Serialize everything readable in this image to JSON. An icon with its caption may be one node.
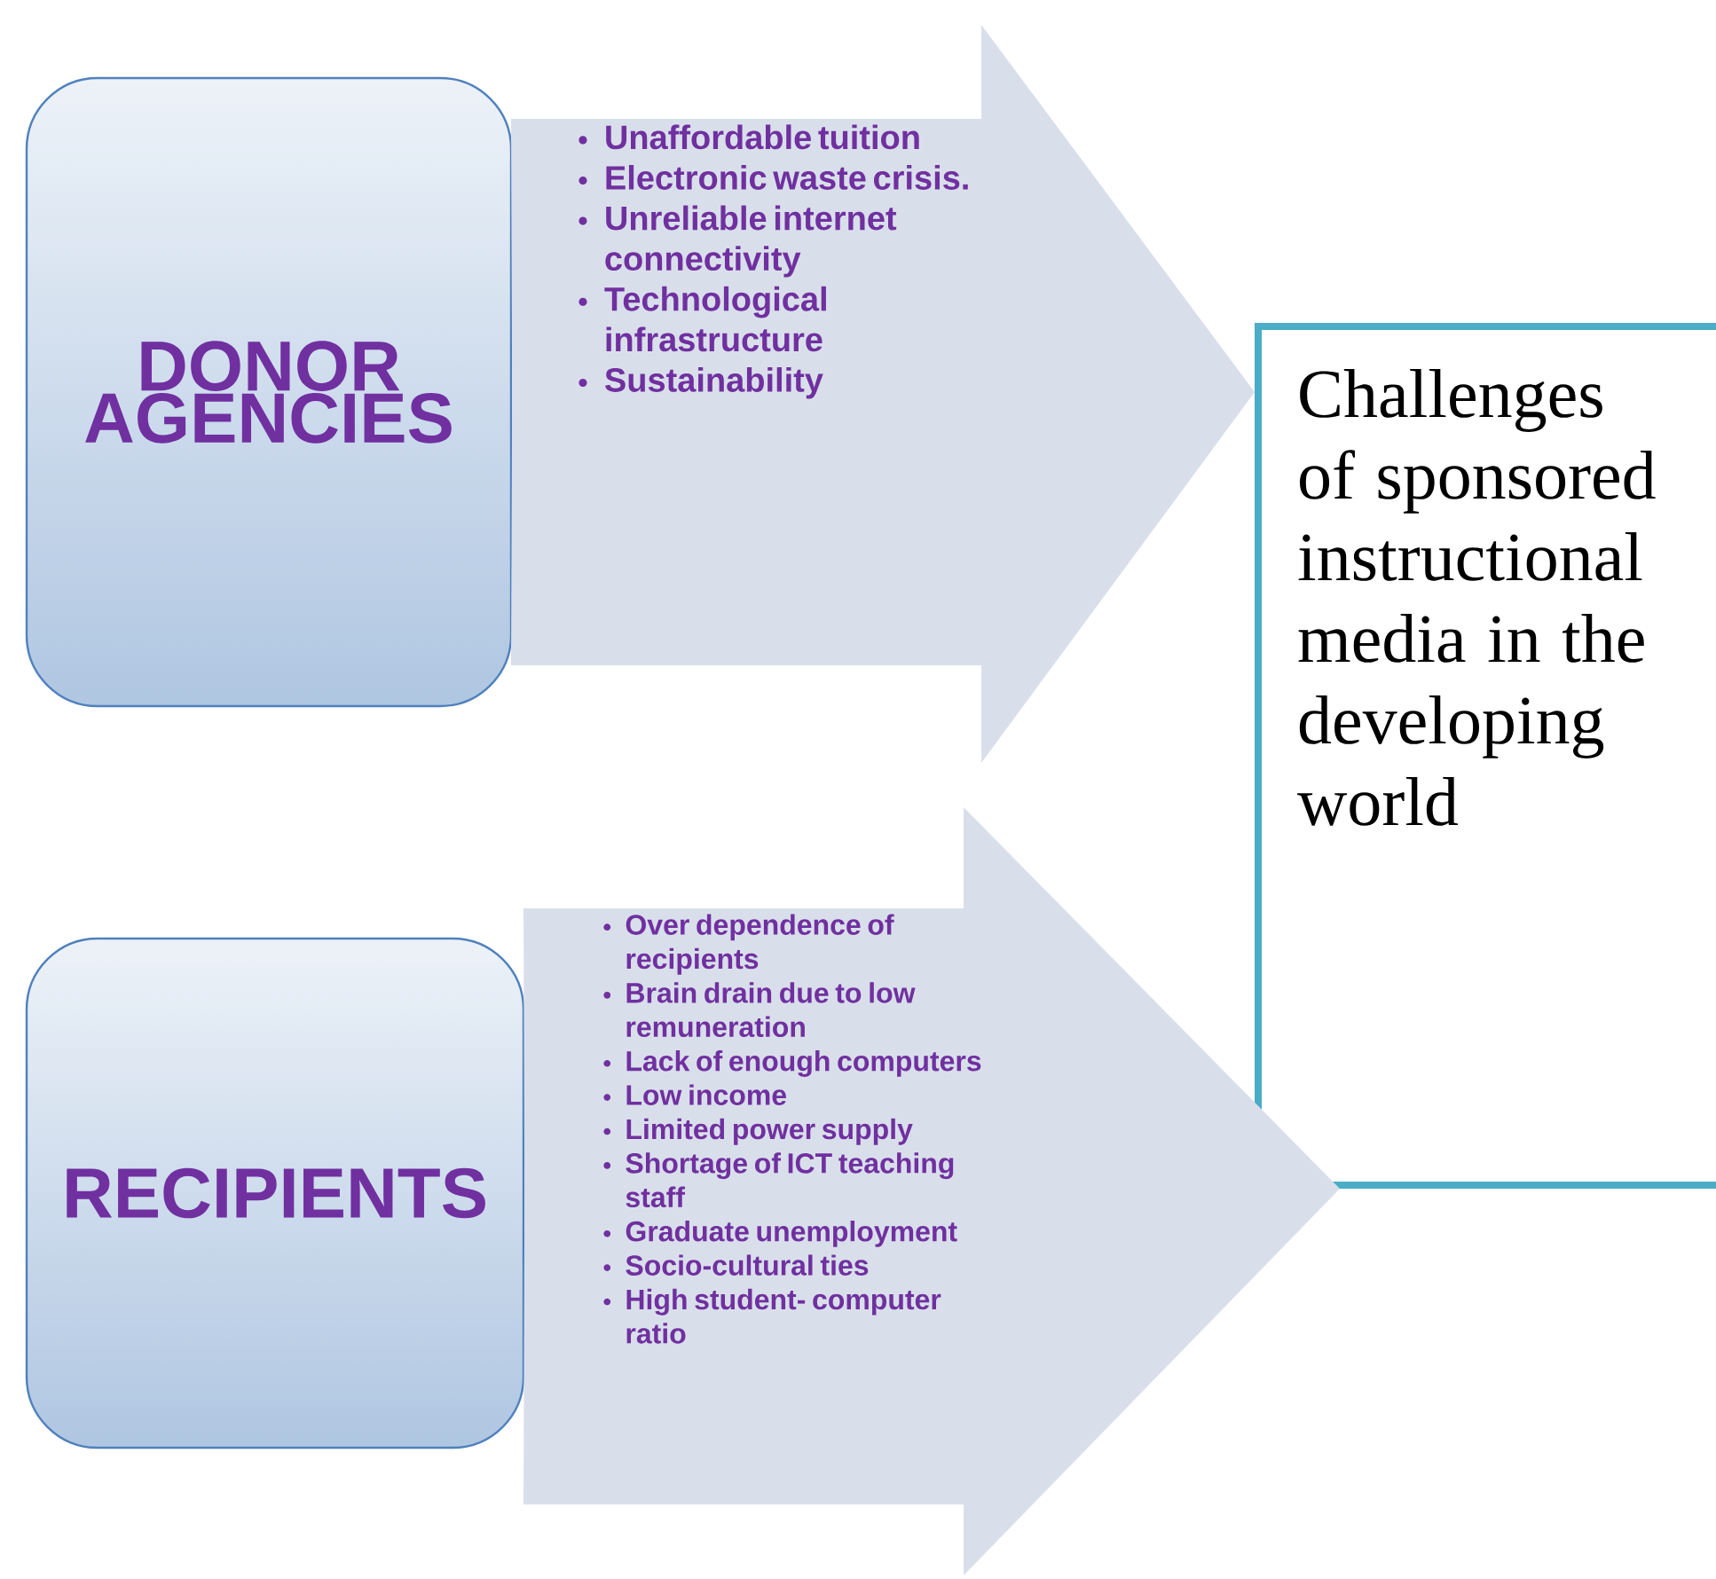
{
  "diagram": {
    "nodes": [
      {
        "text": [
          "DONOR AGENCIES"
        ]
      },
      {
        "text": [
          "Unaffordable tuition",
          "Electronic waste crisis.",
          "Unreliable internet connectivity",
          "Technological infrastructure",
          "Sustainability"
        ]
      },
      {
        "text": [
          "RECIPIENTS"
        ]
      },
      {
        "text": [
          "Over dependence of recipients",
          "Brain drain due to low remuneration",
          "Lack of enough computers",
          "Low income",
          "Limited power supply",
          "Shortage of ICT teaching staff",
          "Graduate unemployment",
          "Socio-cultural ties",
          "High student- computer ratio"
        ]
      },
      {
        "text": [
          "Challenges of sponsored instructional media in the developing world"
        ]
      }
    ],
    "edges": [
      {
        "from": 0,
        "to": 4,
        "arrow": "to"
      },
      {
        "from": 2,
        "to": 4,
        "arrow": "to"
      }
    ]
  }
}
